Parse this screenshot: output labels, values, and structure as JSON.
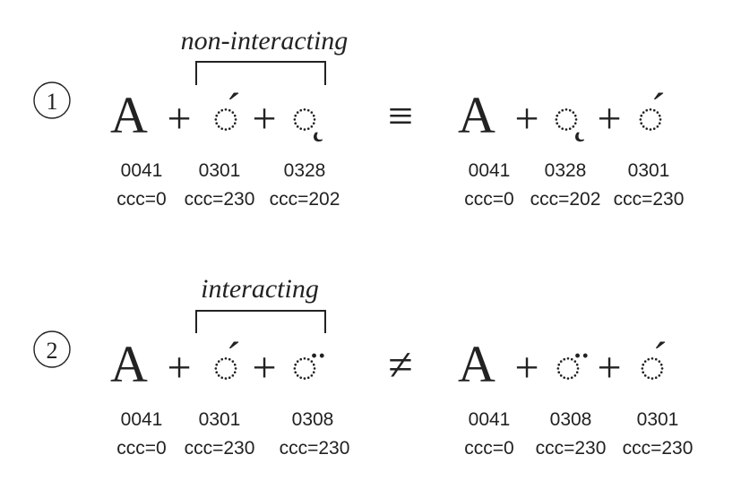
{
  "examples": [
    {
      "number": "1",
      "relation_label": "non-interacting",
      "relation_symbol": "≡",
      "left": {
        "items": [
          {
            "glyph": "A",
            "code": "0041",
            "ccc": "ccc=0"
          },
          {
            "glyph": "+",
            "code": "",
            "ccc": ""
          },
          {
            "glyph": "◌́",
            "code": "0301",
            "ccc": "ccc=230"
          },
          {
            "glyph": "+",
            "code": "",
            "ccc": ""
          },
          {
            "glyph": "◌̨",
            "code": "0328",
            "ccc": "ccc=202"
          }
        ]
      },
      "right": {
        "items": [
          {
            "glyph": "A",
            "code": "0041",
            "ccc": "ccc=0"
          },
          {
            "glyph": "+",
            "code": "",
            "ccc": ""
          },
          {
            "glyph": "◌̨",
            "code": "0328",
            "ccc": "ccc=202"
          },
          {
            "glyph": "+",
            "code": "",
            "ccc": ""
          },
          {
            "glyph": "◌́",
            "code": "0301",
            "ccc": "ccc=230"
          }
        ]
      }
    },
    {
      "number": "2",
      "relation_label": "interacting",
      "relation_symbol": "≠",
      "left": {
        "items": [
          {
            "glyph": "A",
            "code": "0041",
            "ccc": "ccc=0"
          },
          {
            "glyph": "+",
            "code": "",
            "ccc": ""
          },
          {
            "glyph": "◌́",
            "code": "0301",
            "ccc": "ccc=230"
          },
          {
            "glyph": "+",
            "code": "",
            "ccc": ""
          },
          {
            "glyph": "◌̈",
            "code": "0308",
            "ccc": "ccc=230"
          }
        ]
      },
      "right": {
        "items": [
          {
            "glyph": "A",
            "code": "0041",
            "ccc": "ccc=0"
          },
          {
            "glyph": "+",
            "code": "",
            "ccc": ""
          },
          {
            "glyph": "◌̈",
            "code": "0308",
            "ccc": "ccc=230"
          },
          {
            "glyph": "+",
            "code": "",
            "ccc": ""
          },
          {
            "glyph": "◌́",
            "code": "0301",
            "ccc": "ccc=230"
          }
        ]
      }
    }
  ]
}
